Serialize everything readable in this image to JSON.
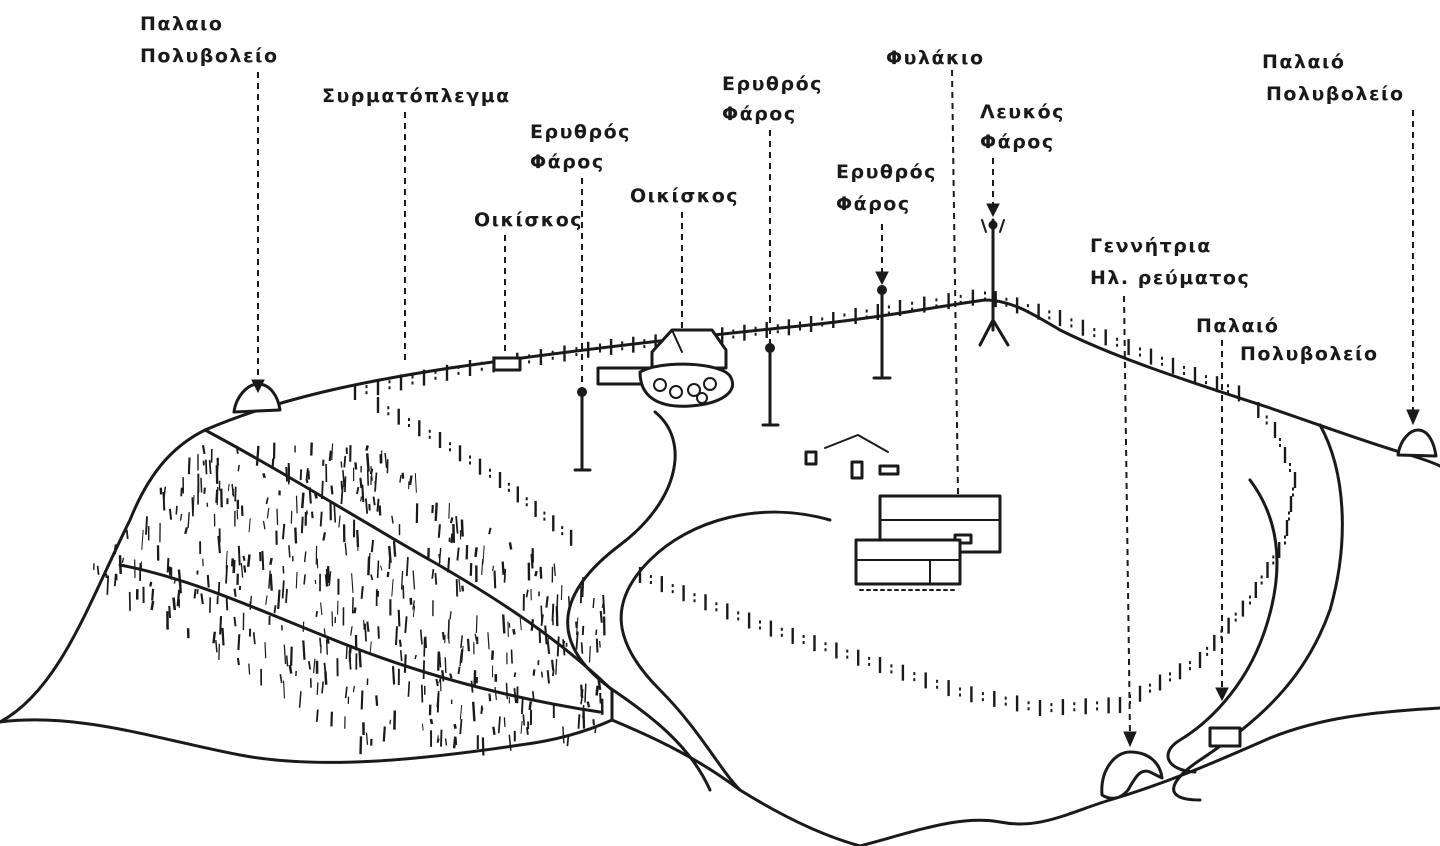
{
  "labels": {
    "old_bunker_left": [
      "Παλαιο",
      "Πολυβολείο"
    ],
    "barbed_wire": [
      "Συρματόπλεγμα"
    ],
    "hut_left": [
      "Οικίσκος"
    ],
    "red_light_1": [
      "Ερυθρός",
      "Φάρος"
    ],
    "hut_center": [
      "Οικίσκος"
    ],
    "red_light_2": [
      "Ερυθρός",
      "Φάρος"
    ],
    "red_light_3": [
      "Ερυθρός",
      "Φάρος"
    ],
    "guardhouse": [
      "Φυλάκιο"
    ],
    "white_light": [
      "Λευκός",
      "Φάρος"
    ],
    "generator": [
      "Γεννήτρια",
      "Ηλ. ρεύματος"
    ],
    "old_bunker_mid": [
      "Παλαιό",
      "Πολυβολείο"
    ],
    "old_bunker_right": [
      "Παλαιό",
      "Πολυβολείο"
    ]
  }
}
